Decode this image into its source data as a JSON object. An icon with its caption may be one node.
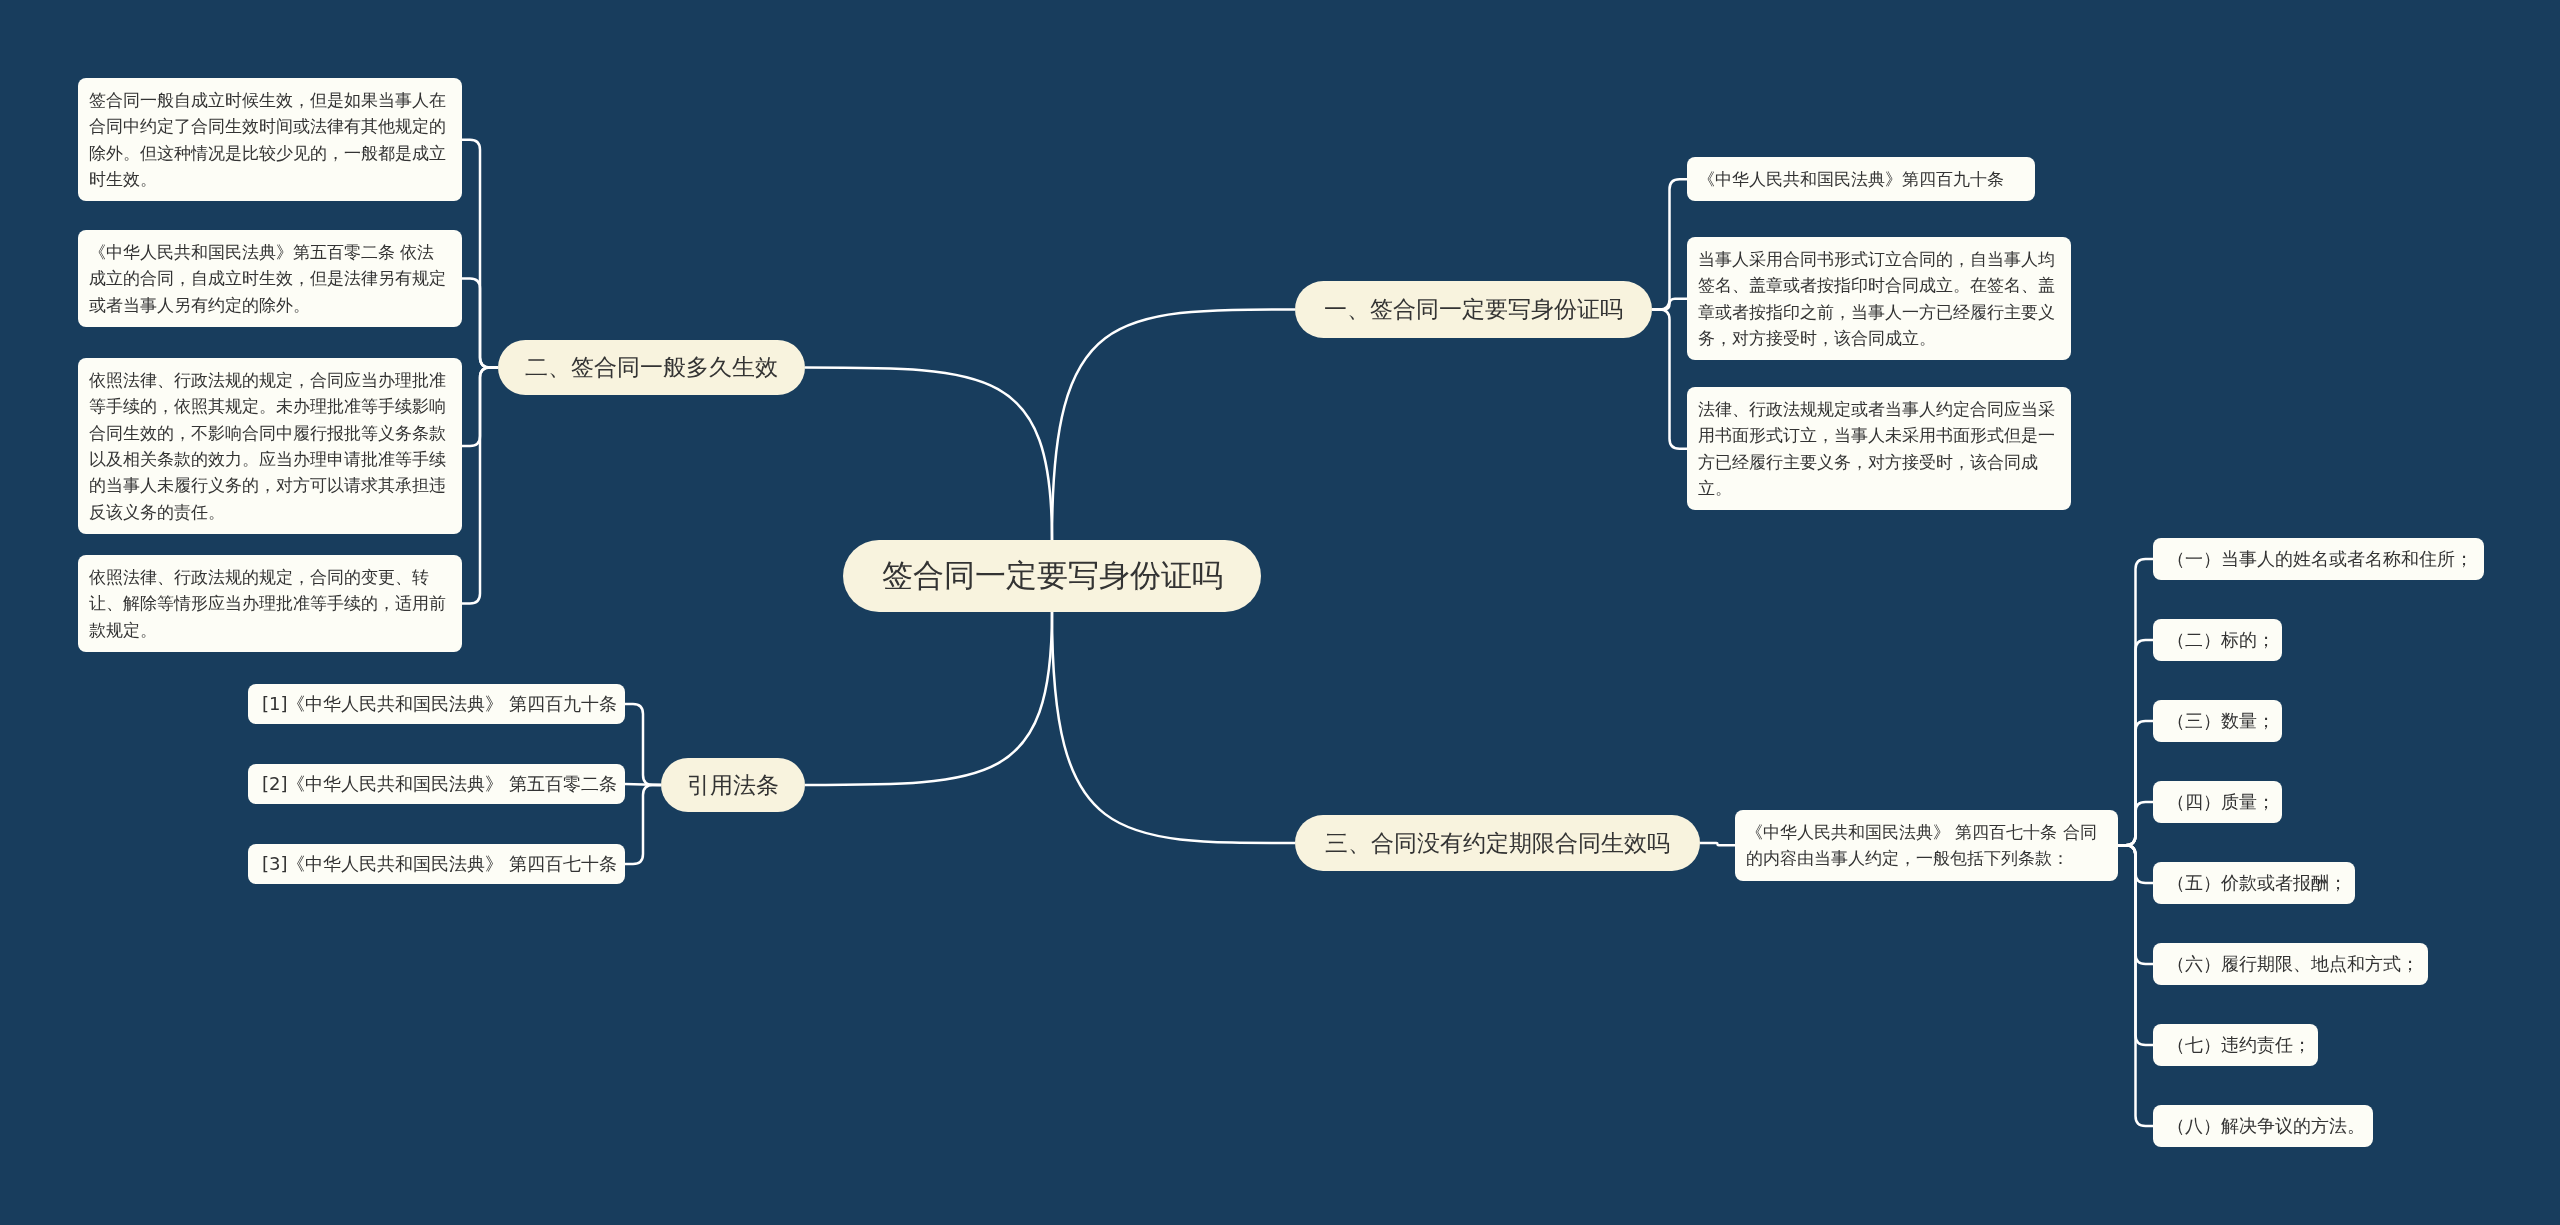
{
  "diagram": {
    "nodes": [
      {
        "text": [
          "签合同一定要写身份证吗"
        ]
      },
      {
        "text": [
          "一、签合同一定要写身份证吗"
        ]
      },
      {
        "text": [
          "《中华人民共和国民法典》第四百九十条"
        ]
      },
      {
        "text": [
          "当事人采用合同书形式订立合同的，自当事人均签名、盖章或者按指印时合同成立。在签名、盖章或者按指印之前，当事人一方已经履行主要义务，对方接受时，该合同成立。"
        ]
      },
      {
        "text": [
          "法律、行政法规规定或者当事人约定合同应当采用书面形式订立，当事人未采用书面形式但是一方已经履行主要义务，对方接受时，该合同成立。"
        ]
      },
      {
        "text": [
          "二、签合同一般多久生效"
        ]
      },
      {
        "text": [
          "签合同一般自成立时候生效，但是如果当事人在合同中约定了合同生效时间或法律有其他规定的除外。但这种情况是比较少见的，一般都是成立时生效。"
        ]
      },
      {
        "text": [
          "《中华人民共和国民法典》第五百零二条 依法成立的合同，自成立时生效，但是法律另有规定或者当事人另有约定的除外。"
        ]
      },
      {
        "text": [
          "依照法律、行政法规的规定，合同应当办理批准等手续的，依照其规定。未办理批准等手续影响合同生效的，不影响合同中履行报批等义务条款以及相关条款的效力。应当办理申请批准等手续的当事人未履行义务的，对方可以请求其承担违反该义务的责任。"
        ]
      },
      {
        "text": [
          "依照法律、行政法规的规定，合同的变更、转让、解除等情形应当办理批准等手续的，适用前款规定。"
        ]
      },
      {
        "text": [
          "引用法条"
        ]
      },
      {
        "text": [
          "[1]《中华人民共和国民法典》 第四百九十条"
        ]
      },
      {
        "text": [
          "[2]《中华人民共和国民法典》 第五百零二条"
        ]
      },
      {
        "text": [
          "[3]《中华人民共和国民法典》 第四百七十条"
        ]
      },
      {
        "text": [
          "三、合同没有约定期限合同生效吗"
        ]
      },
      {
        "text": [
          "《中华人民共和国民法典》 第四百七十条 合同的内容由当事人约定，一般包括下列条款："
        ]
      },
      {
        "text": [
          "（一）当事人的姓名或者名称和住所；"
        ]
      },
      {
        "text": [
          "（二）标的；"
        ]
      },
      {
        "text": [
          "（三）数量；"
        ]
      },
      {
        "text": [
          "（四）质量；"
        ]
      },
      {
        "text": [
          "（五）价款或者报酬；"
        ]
      },
      {
        "text": [
          "（六）履行期限、地点和方式；"
        ]
      },
      {
        "text": [
          "（七）违约责任；"
        ]
      },
      {
        "text": [
          "（八）解决争议的方法。"
        ]
      }
    ],
    "edges": [
      {
        "from": 0,
        "to": 1,
        "arrow": "none"
      },
      {
        "from": 1,
        "to": 2,
        "arrow": "none"
      },
      {
        "from": 1,
        "to": 3,
        "arrow": "none"
      },
      {
        "from": 1,
        "to": 4,
        "arrow": "none"
      },
      {
        "from": 0,
        "to": 5,
        "arrow": "none"
      },
      {
        "from": 5,
        "to": 6,
        "arrow": "none"
      },
      {
        "from": 5,
        "to": 7,
        "arrow": "none"
      },
      {
        "from": 5,
        "to": 8,
        "arrow": "none"
      },
      {
        "from": 5,
        "to": 9,
        "arrow": "none"
      },
      {
        "from": 0,
        "to": 10,
        "arrow": "none"
      },
      {
        "from": 10,
        "to": 11,
        "arrow": "none"
      },
      {
        "from": 10,
        "to": 12,
        "arrow": "none"
      },
      {
        "from": 10,
        "to": 13,
        "arrow": "none"
      },
      {
        "from": 0,
        "to": 14,
        "arrow": "none"
      },
      {
        "from": 14,
        "to": 15,
        "arrow": "none"
      },
      {
        "from": 15,
        "to": 16,
        "arrow": "none"
      },
      {
        "from": 15,
        "to": 17,
        "arrow": "none"
      },
      {
        "from": 15,
        "to": 18,
        "arrow": "none"
      },
      {
        "from": 15,
        "to": 19,
        "arrow": "none"
      },
      {
        "from": 15,
        "to": 20,
        "arrow": "none"
      },
      {
        "from": 15,
        "to": 21,
        "arrow": "none"
      },
      {
        "from": 15,
        "to": 22,
        "arrow": "none"
      },
      {
        "from": 15,
        "to": 23,
        "arrow": "none"
      }
    ]
  }
}
